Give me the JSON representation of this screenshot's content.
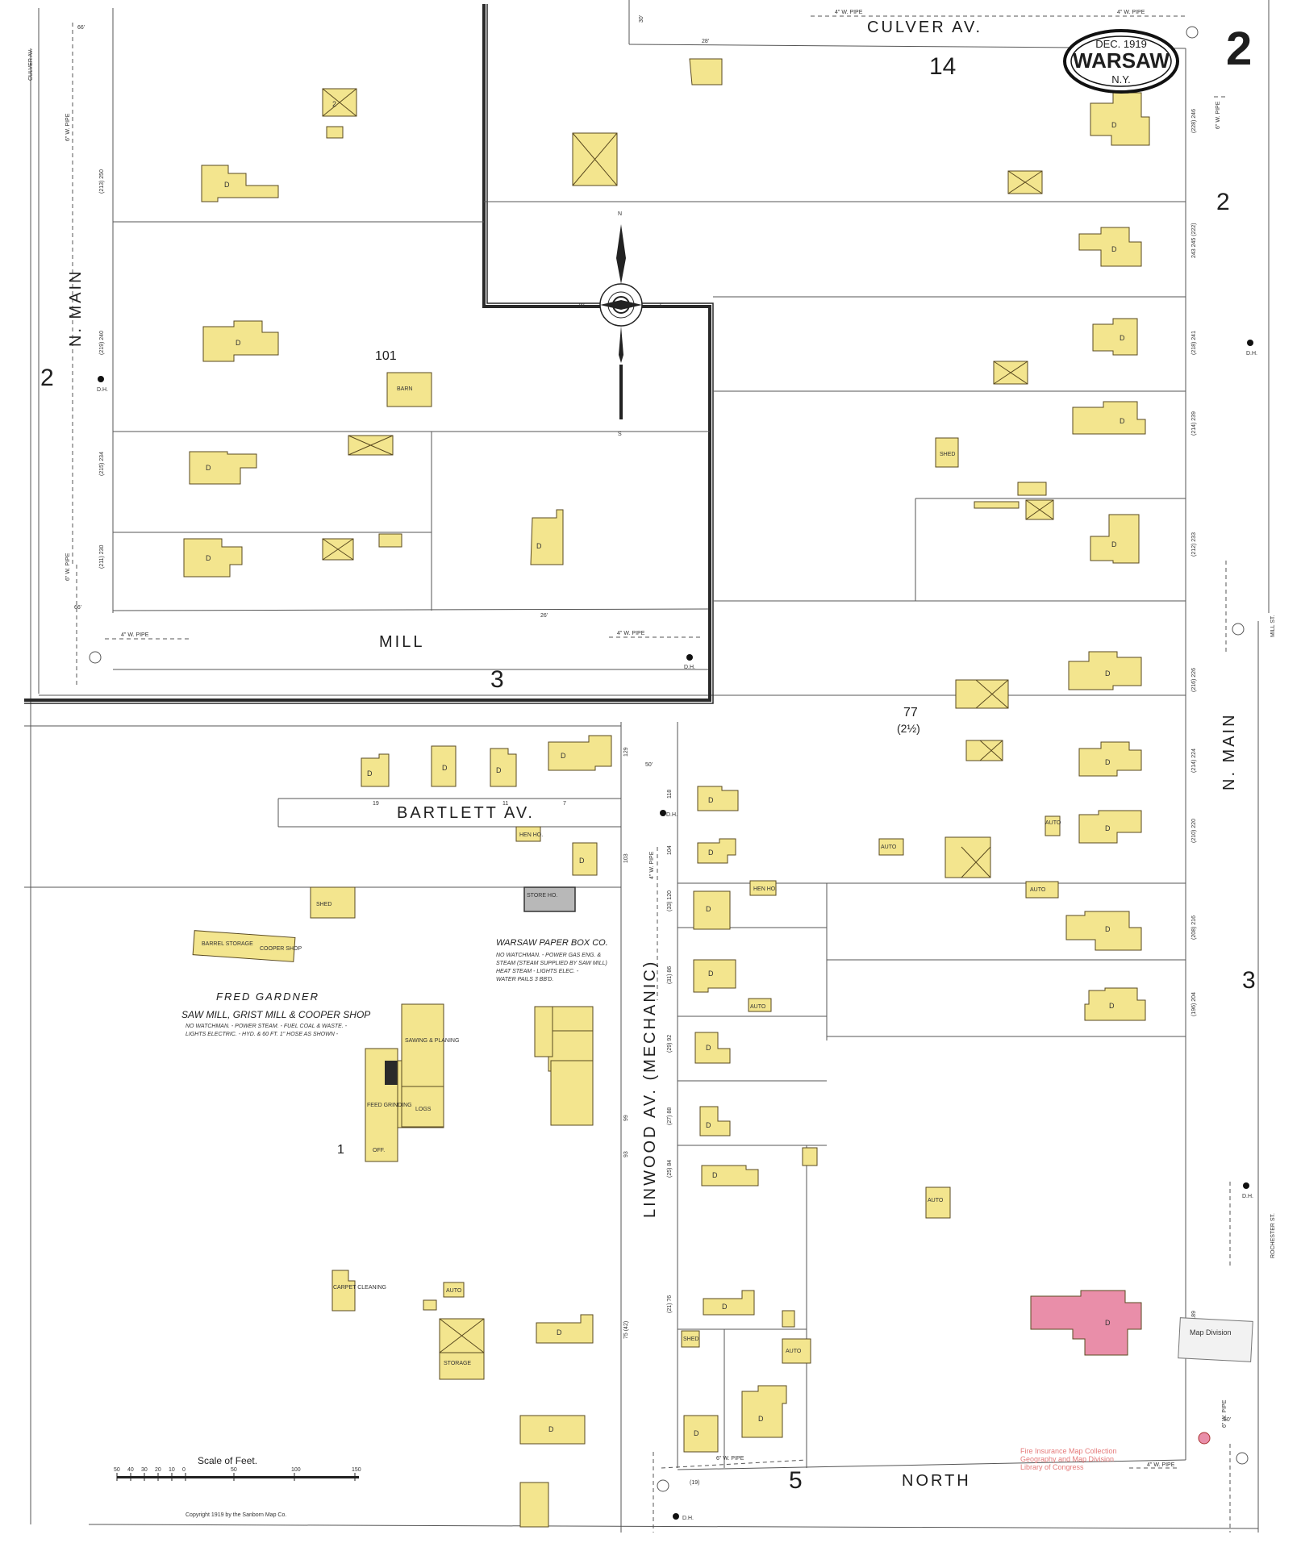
{
  "sheet": {
    "number": "2",
    "date": "DEC. 1919",
    "town": "WARSAW",
    "state": "N.Y.",
    "scale_title": "Scale of Feet.",
    "scale_ticks": [
      "50",
      "40",
      "30",
      "20",
      "10",
      "0",
      "50",
      "100",
      "150"
    ],
    "copyright": "Copyright 1919 by the Sanborn Map Co.",
    "stamp": "Map Division",
    "watermark": [
      "Fire Insurance Map Collection",
      "Geography and Map Division",
      "Library of Congress"
    ],
    "colors": {
      "frame_building": "#f3e58e",
      "brick_building": "#e98ea9",
      "special_hazard": "#b8b8b8"
    }
  },
  "streets": {
    "culver": "CULVER AV.",
    "n_main_left": "N. MAIN",
    "n_main_right": "N. MAIN",
    "mill": "MILL",
    "bartlett": "BARTLETT AV.",
    "linwood": "LINWOOD AV. (MECHANIC)",
    "north": "NORTH",
    "culver_small": "CULVER AV.",
    "mill_st": "MILL ST.",
    "rochester": "ROCHESTER ST."
  },
  "blocks": {
    "b101": "101",
    "b77": "77",
    "b77_sub": "(2½)",
    "b1": "1",
    "sheet14": "14",
    "sheet2_top": "2",
    "sheet2_left": "2",
    "sheet3_mill": "3",
    "sheet3_right": "3",
    "sheet5": "5"
  },
  "businesses": {
    "gardner_name": "FRED GARDNER",
    "gardner_desc": "SAW MILL, GRIST MILL & COOPER SHOP",
    "gardner_note1": "NO WATCHMAN. - POWER STEAM. - FUEL COAL & WASTE. -",
    "gardner_note2": "LIGHTS ELECTRIC. - HYD. & 60 FT. 1\" HOSE AS SHOWN -",
    "paper_name": "WARSAW PAPER BOX CO.",
    "paper_note1": "NO WATCHMAN. - POWER GAS ENG. &",
    "paper_note2": "STEAM (STEAM SUPPLIED BY SAW MILL)",
    "paper_note3": "HEAT STEAM - LIGHTS ELEC. -",
    "paper_note4": "WATER PAILS 3 BB'D.",
    "store_ho": "STORE HO.",
    "cooper": "COOPER SHOP",
    "barrel": "BARREL STORAGE",
    "sawing": "SAWING & PLANING",
    "logs": "LOGS",
    "feed": "FEED GRINDING",
    "off": "OFF.",
    "storage": "STORAGE",
    "carpet": "CARPET CLEANING",
    "shed": "SHED",
    "barn": "BARN",
    "auto": "AUTO",
    "hen": "HEN HO.",
    "dwelling": "D",
    "storeys": "2"
  },
  "addresses": {
    "a1": "(213) 250",
    "a2": "(219) 240",
    "a3": "(215) 234",
    "a4": "(211) 230",
    "a5": "(228) 246",
    "a6": "243 245 (222)",
    "a7": "(218) 241",
    "a8": "(214) 239",
    "a9": "(212) 233",
    "a10": "(216) 226",
    "a11": "(214) 224",
    "a12": "(210) 220",
    "a13": "(208) 216",
    "a14": "(196) 204",
    "a15": "(195) 189",
    "l1": "(33) 120",
    "l2": "(31) 86",
    "l3": "(29) 92",
    "l4": "(27) 88",
    "l5": "(25) 84",
    "l6": "(21) 76",
    "l7": "118",
    "l8": "104",
    "l9": "99",
    "l10": "93",
    "l11": "75 (42)",
    "l12": "(19)",
    "b_19": "19",
    "b_11": "11",
    "b_7": "7",
    "b_129": "129",
    "b_103": "103"
  },
  "pipes": {
    "p1": "4\" W. PIPE",
    "p2": "6\" W. PIPE",
    "p3": "4\" W. PIPE",
    "p4": "4\" W. PIPE",
    "p5": "4\" W. PIPE",
    "p6": "6\" W. PIPE",
    "p7": "6\" W. PIPE",
    "p8": "6\" W. PIPE",
    "p9": "4\" W. PIPE",
    "dh": "D.H.",
    "w1": "66'",
    "w2": "66'",
    "w3": "50'",
    "w4": "50'",
    "w5": "28'",
    "w6": "26'",
    "w7": "30'"
  },
  "compass": {
    "n": "N",
    "e": "E",
    "s": "S",
    "w": "W"
  }
}
